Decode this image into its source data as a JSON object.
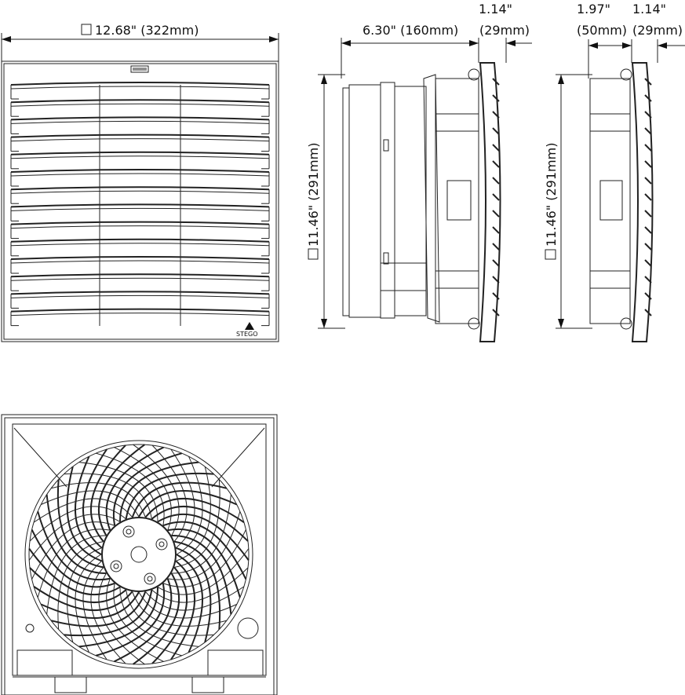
{
  "front_view": {
    "width_label": "12.68\" (322mm)",
    "louver_count": 14,
    "logo_text": "STEGO"
  },
  "side_view_fan": {
    "depth_label": "6.30\" (160mm)",
    "grille_depth_inch": "1.14\"",
    "grille_depth_mm": "(29mm)",
    "height_label": "11.46\" (291mm)"
  },
  "side_view_filter": {
    "depth_inch": "1.97\"",
    "depth_mm": "(50mm)",
    "grille_depth_inch": "1.14\"",
    "grille_depth_mm": "(29mm)",
    "height_label": "11.46\" (291mm)"
  },
  "colors": {
    "line": "#222222",
    "background": "#ffffff"
  }
}
